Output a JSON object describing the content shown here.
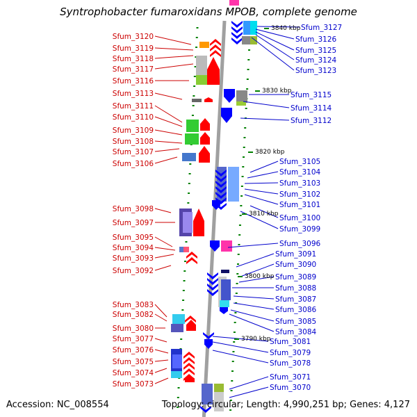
{
  "title": "Syntrophobacter fumaroxidans MPOB, complete genome",
  "accession": "Accession: NC_008554",
  "topology": "Topology: circular; Length: 4,990,251 bp; Genes: 4,127",
  "colors": {
    "forward_strand": "#ff0000",
    "reverse_strand": "#0000ff",
    "left_label": "#cc0000",
    "right_label": "#0000cc",
    "tick": "#008000",
    "backbone": "#a0a0a0"
  },
  "scale_labels": [
    "3840 kbp",
    "3830 kbp",
    "3820 kbp",
    "3810 kbp",
    "3800 kbp",
    "3790 kbp"
  ],
  "left_genes": [
    "Sfum_3120",
    "Sfum_3119",
    "Sfum_3118",
    "Sfum_3117",
    "Sfum_3116",
    "Sfum_3113",
    "Sfum_3111",
    "Sfum_3110",
    "Sfum_3109",
    "Sfum_3108",
    "Sfum_3107",
    "Sfum_3106",
    "Sfum_3098",
    "Sfum_3097",
    "Sfum_3095",
    "Sfum_3094",
    "Sfum_3093",
    "Sfum_3092",
    "Sfum_3083",
    "Sfum_3082",
    "Sfum_3080",
    "Sfum_3077",
    "Sfum_3076",
    "Sfum_3075",
    "Sfum_3074",
    "Sfum_3073"
  ],
  "right_genes": [
    "Sfum_3127",
    "Sfum_3126",
    "Sfum_3125",
    "Sfum_3124",
    "Sfum_3123",
    "Sfum_3115",
    "Sfum_3114",
    "Sfum_3112",
    "Sfum_3105",
    "Sfum_3104",
    "Sfum_3103",
    "Sfum_3102",
    "Sfum_3101",
    "Sfum_3100",
    "Sfum_3099",
    "Sfum_3096",
    "Sfum_3091",
    "Sfum_3090",
    "Sfum_3089",
    "Sfum_3088",
    "Sfum_3087",
    "Sfum_3086",
    "Sfum_3085",
    "Sfum_3084",
    "Sfum_3081",
    "Sfum_3079",
    "Sfum_3078",
    "Sfum_3071",
    "Sfum_3070"
  ]
}
